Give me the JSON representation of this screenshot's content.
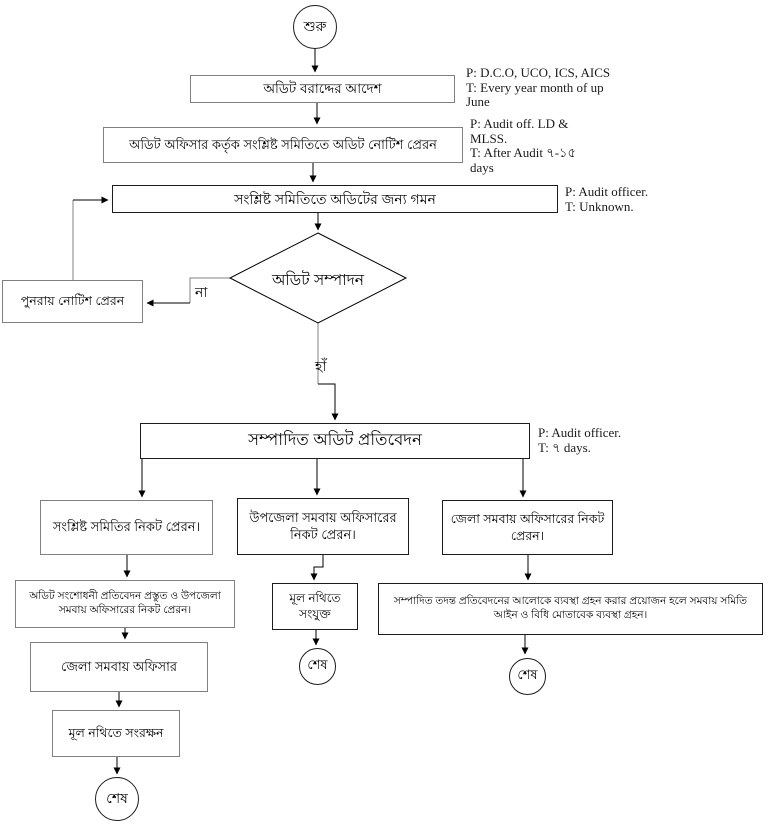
{
  "diagram": {
    "background": "#ffffff",
    "line_color": "#000000",
    "secondary_line_color": "#808080",
    "box_border_color": "#808080",
    "terminals": {
      "start": "শুরু",
      "end": "শেষ"
    },
    "edge_labels": {
      "no": "না",
      "yes": "হাঁ"
    },
    "nodes": {
      "order": "অডিট বরাদ্দের আদেশ",
      "notice": "অডিট অফিসার কর্তৃক সংশ্লিষ্ট সমিতিতে অডিট নোটিশ প্রেরন",
      "visit": "সংশ্লিষ্ট সমিতিতে অডিটের জন্য গমন",
      "decision": "অডিট সম্পাদন",
      "resend_notice": "পুনরায় নোটিশ প্রেরন",
      "report": "সম্পাদিত অডিট প্রতিবেদন",
      "send_society": "সংশ্লিষ্ট সমিতির নিকট প্রেরন।",
      "send_upazila": "উপজেলা সমবায় অফিসারের নিকট প্রেরন।",
      "send_district": "জেলা সমবায় অফিসারের নিকট প্রেরন।",
      "correction_report": "অডিট সংশোধনী প্রতিবেদন প্রস্তুত ও উপজেলা সমবায় অফিসারের নিকট প্রেরন।",
      "district_officer": "জেলা সমবায় অফিসার",
      "preserve_file": "মূল নথিতে সংরক্ষন",
      "attach_file": "মূল নথিতে সংযুক্ত",
      "take_action": "সম্পাদিত তদন্ত প্রতিবেদনের আলোকে ব্যবস্থা গ্রহন করার প্রয়োজন হলে সমবায় সমিতি আইন ও  বিধি মোতাবেক ব্যবস্থা গ্রহন।"
    },
    "annotations": {
      "allotment": "P: D.C.O, UCO, ICS, AICS\nT: Every year month of up\nJune",
      "notice": "P: Audit off. LD &\nMLSS.\nT: After Audit ৭-১৫\ndays",
      "visit": "P: Audit officer.\nT: Unknown.",
      "report": "P: Audit officer.\nT: ৭ days."
    }
  }
}
